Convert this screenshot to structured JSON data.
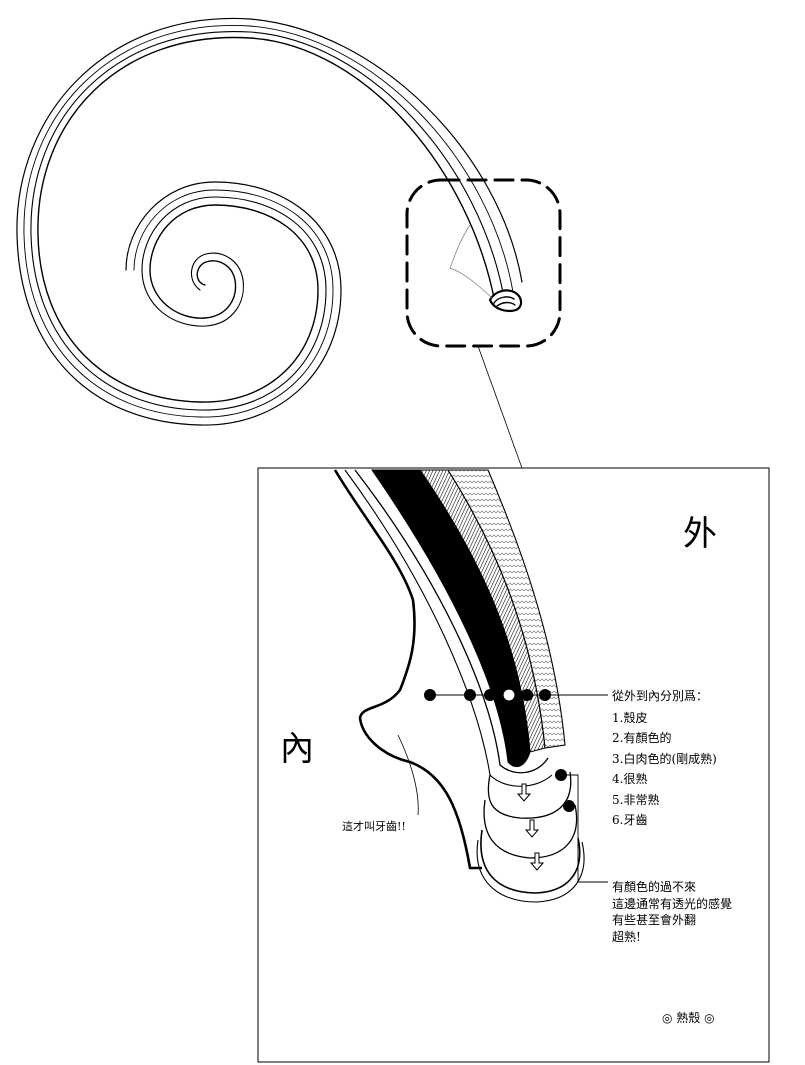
{
  "labels": {
    "outer": "外",
    "inner": "內",
    "tooth_note": "這才叫牙齒!!",
    "list_title": "從外到內分別爲：",
    "list": [
      "1.殼皮",
      "2.有顏色的",
      "3.白肉色的(剛成熟)",
      "4.很熟",
      "5.非常熟",
      "6.牙齒"
    ],
    "note": [
      "有顏色的過不來",
      "這邊通常有透光的感覺",
      "有些甚至會外翻",
      "超熟!"
    ],
    "footer": "◎ 熟殼 ◎"
  },
  "colors": {
    "line": "#000000",
    "background": "#ffffff",
    "hatch": "#6b6b6b"
  }
}
